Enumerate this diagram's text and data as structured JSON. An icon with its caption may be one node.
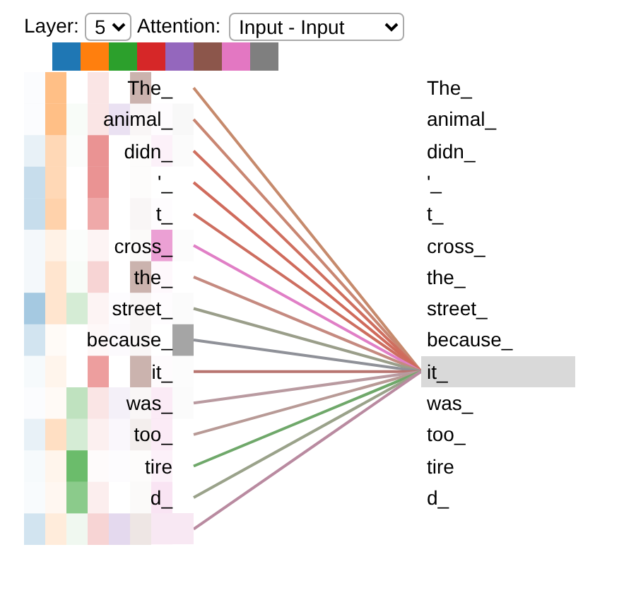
{
  "diagram": {
    "nodes": [
      {
        "text": [
          "The_"
        ]
      },
      {
        "text": [
          "animal_"
        ]
      },
      {
        "text": [
          "didn_"
        ]
      },
      {
        "text": [
          "'_"
        ]
      },
      {
        "text": [
          "t_"
        ]
      },
      {
        "text": [
          "cross_"
        ]
      },
      {
        "text": [
          "the_"
        ]
      },
      {
        "text": [
          "street_"
        ]
      },
      {
        "text": [
          "because_"
        ]
      },
      {
        "text": [
          "it_"
        ]
      },
      {
        "text": [
          "was_"
        ]
      },
      {
        "text": [
          "too_"
        ]
      },
      {
        "text": [
          "tire"
        ]
      },
      {
        "text": [
          "d_"
        ]
      },
      {
        "text": [],
        "shape": "box"
      },
      {
        "text": [
          "The_"
        ]
      },
      {
        "text": [
          "animal_"
        ]
      },
      {
        "text": [
          "didn_"
        ]
      },
      {
        "text": [
          "'_"
        ]
      },
      {
        "text": [
          "t_"
        ]
      },
      {
        "text": [
          "cross_"
        ]
      },
      {
        "text": [
          "the_"
        ]
      },
      {
        "text": [
          "street_"
        ]
      },
      {
        "text": [
          "because_"
        ]
      },
      {
        "text": [
          "it_"
        ]
      },
      {
        "text": [
          "was_"
        ]
      },
      {
        "text": [
          "too_"
        ]
      },
      {
        "text": [
          "tire"
        ]
      },
      {
        "text": [
          "d_"
        ]
      }
    ],
    "edges": [
      {
        "from": 0,
        "to": 24,
        "arrow": "none",
        "color": "#c68a6c"
      },
      {
        "from": 1,
        "to": 24,
        "arrow": "none",
        "color": "#c98672"
      },
      {
        "from": 2,
        "to": 24,
        "arrow": "none",
        "color": "#cf6f5f"
      },
      {
        "from": 3,
        "to": 24,
        "arrow": "none",
        "color": "#d06b5c"
      },
      {
        "from": 4,
        "to": 24,
        "arrow": "none",
        "color": "#cd6e60"
      },
      {
        "from": 5,
        "to": 24,
        "arrow": "none",
        "color": "#e07fc6"
      },
      {
        "from": 6,
        "to": 24,
        "arrow": "none",
        "color": "#c58a80"
      },
      {
        "from": 7,
        "to": 24,
        "arrow": "none",
        "color": "#9a9e8a"
      },
      {
        "from": 8,
        "to": 24,
        "arrow": "none",
        "color": "#8f9198"
      },
      {
        "from": 9,
        "to": 24,
        "arrow": "none",
        "color": "#b87570"
      },
      {
        "from": 10,
        "to": 24,
        "arrow": "none",
        "color": "#b99aa0"
      },
      {
        "from": 11,
        "to": 24,
        "arrow": "none",
        "color": "#b89a96"
      },
      {
        "from": 12,
        "to": 24,
        "arrow": "none",
        "color": "#6fa86a"
      },
      {
        "from": 13,
        "to": 24,
        "arrow": "none",
        "color": "#9aa28a"
      },
      {
        "from": 14,
        "to": 24,
        "arrow": "none",
        "color": "#b98aa0"
      }
    ],
    "labels": [
      "Layer:",
      "5",
      "Attention:",
      "Input - Input"
    ]
  }
}
